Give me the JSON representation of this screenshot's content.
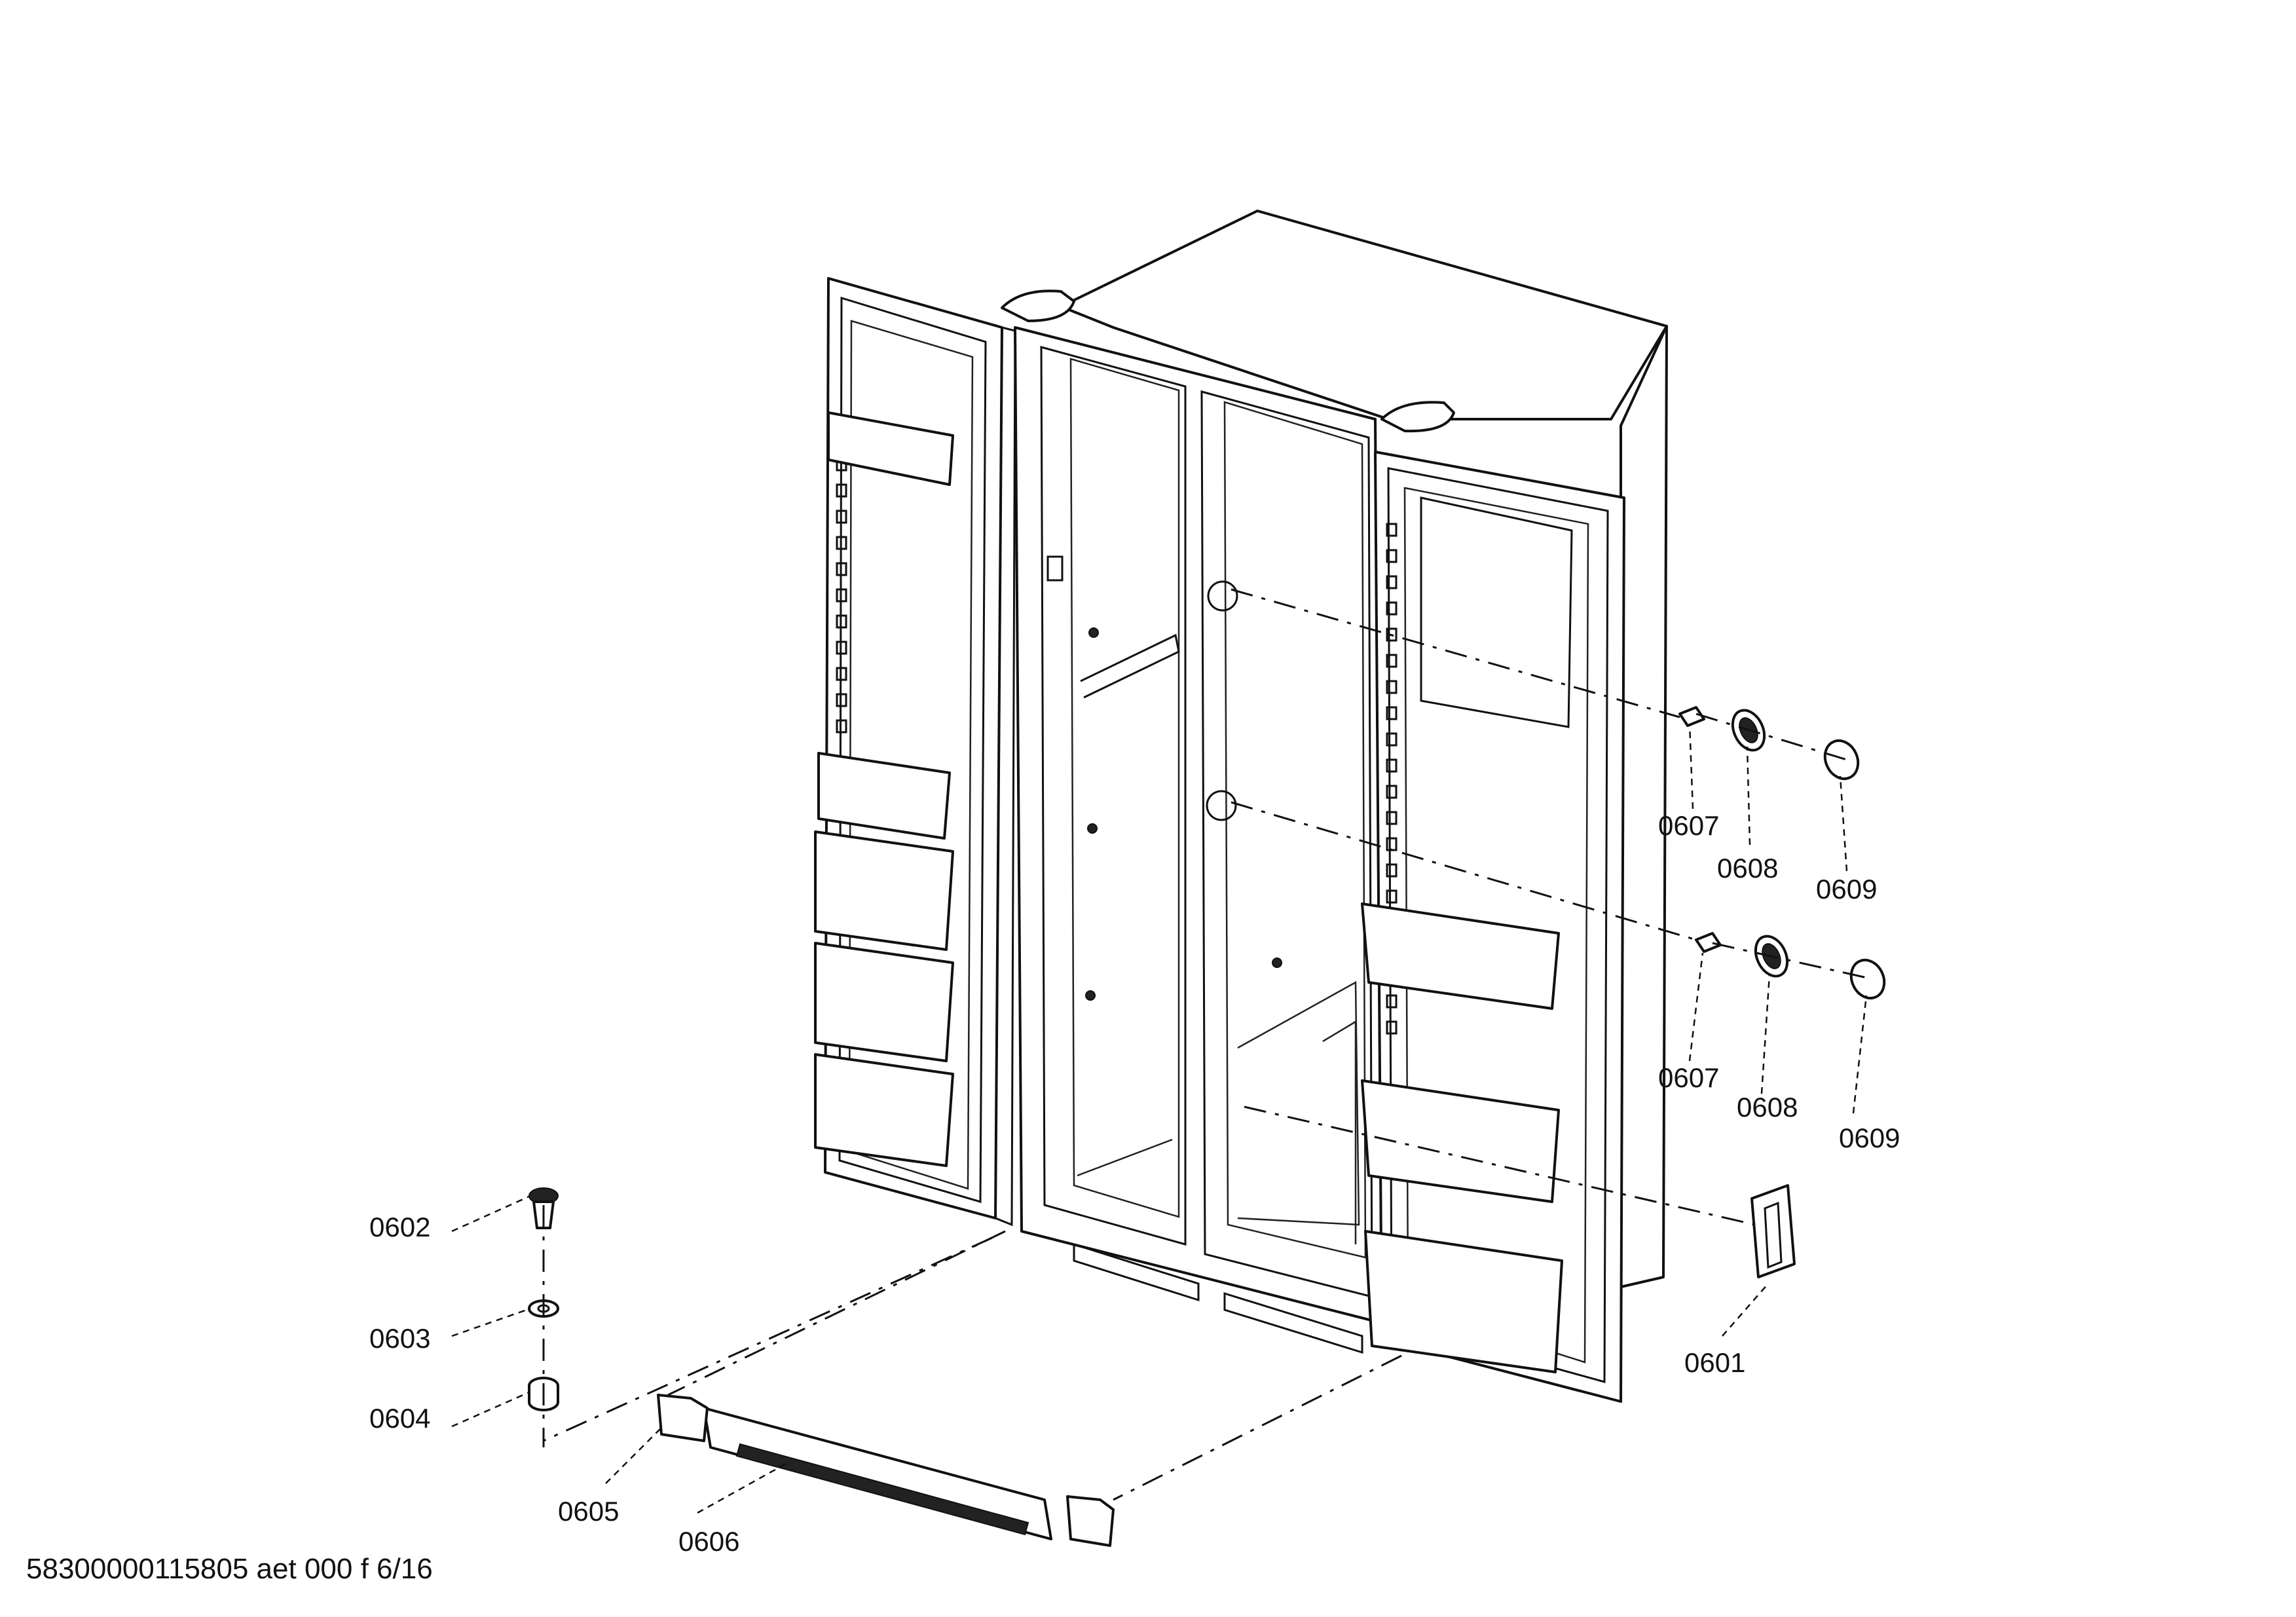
{
  "diagram": {
    "parts": [
      {
        "id": "p0601",
        "label": "0601"
      },
      {
        "id": "p0602",
        "label": "0602"
      },
      {
        "id": "p0603",
        "label": "0603"
      },
      {
        "id": "p0604",
        "label": "0604"
      },
      {
        "id": "p0605",
        "label": "0605"
      },
      {
        "id": "p0606",
        "label": "0606"
      },
      {
        "id": "p0607a",
        "label": "0607"
      },
      {
        "id": "p0607b",
        "label": "0607"
      },
      {
        "id": "p0608a",
        "label": "0608"
      },
      {
        "id": "p0608b",
        "label": "0608"
      },
      {
        "id": "p0609a",
        "label": "0609"
      },
      {
        "id": "p0609b",
        "label": "0609"
      }
    ],
    "footer": "58300000115805 aet 000 f 6/16"
  }
}
